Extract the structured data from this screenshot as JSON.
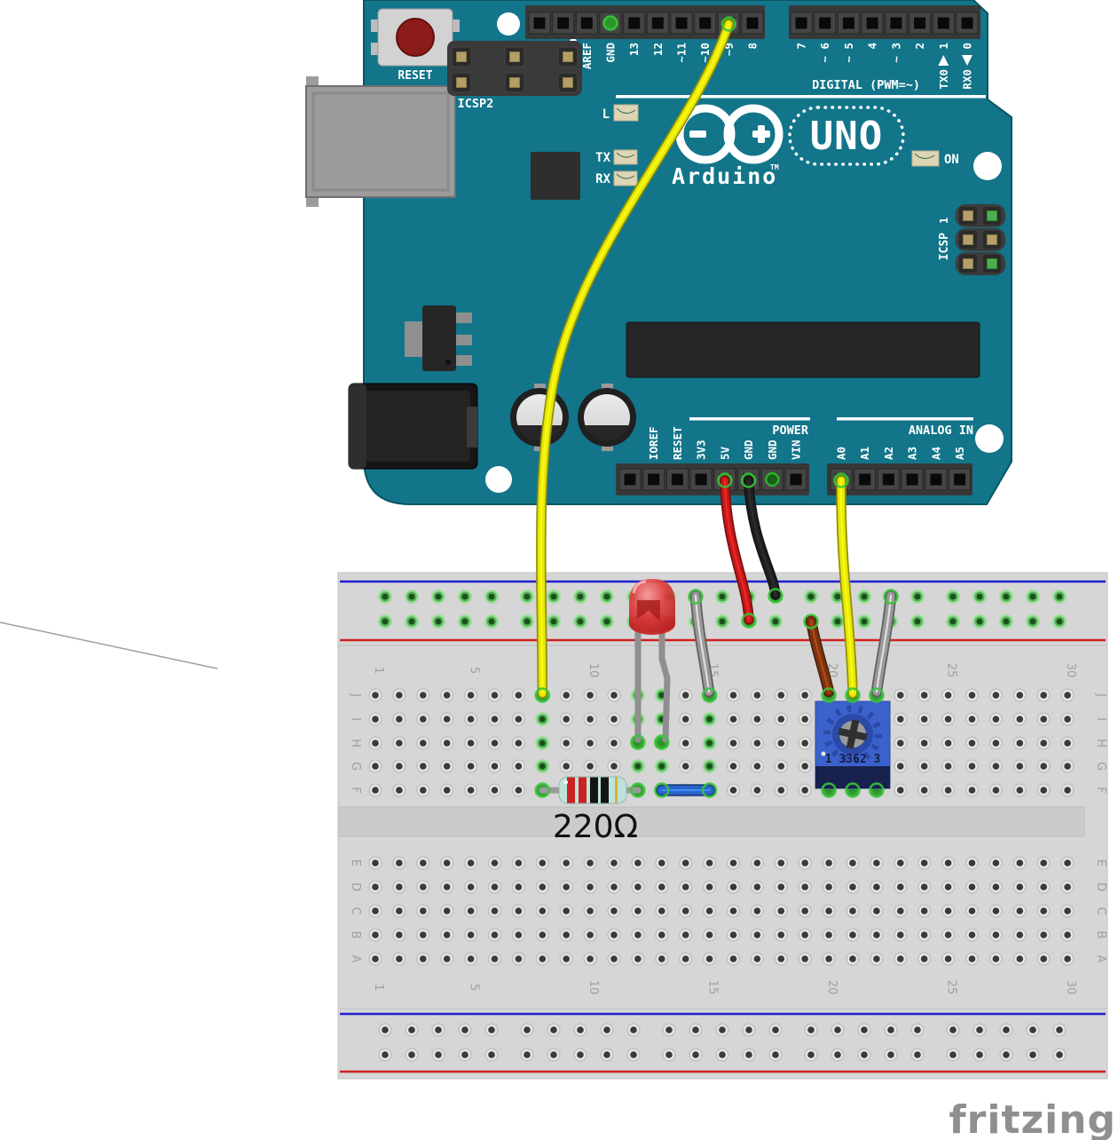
{
  "watermark": "fritzing",
  "arduino": {
    "reset_button_label": "RESET",
    "icsp2_label": "ICSP2",
    "icsp_label": "ICSP",
    "icsp_pin1_label": "1",
    "led_indicator_labels": {
      "l": "L",
      "tx": "TX",
      "rx": "RX",
      "on": "ON"
    },
    "logo": {
      "brand": "Arduino",
      "tm": "TM",
      "model": "UNO"
    },
    "digital_section_label": "DIGITAL (PWM=~)",
    "digital_left_pins": [
      {
        "label": "AREF",
        "pwm": false
      },
      {
        "label": "GND",
        "pwm": false
      },
      {
        "label": "13",
        "pwm": false
      },
      {
        "label": "12",
        "pwm": false
      },
      {
        "label": "11",
        "pwm": true
      },
      {
        "label": "10",
        "pwm": true
      },
      {
        "label": "9",
        "pwm": true
      },
      {
        "label": "8",
        "pwm": false
      }
    ],
    "digital_right_pins": [
      {
        "label": "7",
        "pwm": false
      },
      {
        "label": "6",
        "pwm": true
      },
      {
        "label": "5",
        "pwm": true
      },
      {
        "label": "4",
        "pwm": false
      },
      {
        "label": "3",
        "pwm": true
      },
      {
        "label": "2",
        "pwm": false
      },
      {
        "label": "1",
        "pwm": false,
        "serial": "TX0",
        "tri": "up"
      },
      {
        "label": "0",
        "pwm": false,
        "serial": "RX0",
        "tri": "down"
      }
    ],
    "power_section_label": "POWER",
    "power_pins": [
      "IOREF",
      "RESET",
      "3V3",
      "5V",
      "GND",
      "GND",
      "VIN"
    ],
    "analog_section_label": "ANALOG IN",
    "analog_pins": [
      "A0",
      "A1",
      "A2",
      "A3",
      "A4",
      "A5"
    ]
  },
  "breadboard": {
    "upper_row_labels": [
      "J",
      "I",
      "H",
      "G",
      "F"
    ],
    "lower_row_labels": [
      "E",
      "D",
      "C",
      "B",
      "A"
    ],
    "column_numbers": [
      1,
      5,
      10,
      15,
      20,
      25,
      30
    ],
    "green_columns": [
      8,
      12,
      13,
      15,
      20,
      21,
      22
    ]
  },
  "components": {
    "resistor": {
      "value_label": "220Ω",
      "band_colors": [
        "#cc2222",
        "#cc2222",
        "#141414",
        "#141414",
        "#d9b13a"
      ]
    },
    "led": {
      "color": "#e04040"
    },
    "potentiometer": {
      "marking": "1 3362 3",
      "body_color": "#3b62cc"
    },
    "wires": [
      {
        "id": "w_d9_j8",
        "color": "#e8e80c",
        "from": "Arduino digital pin 9",
        "to": "breadboard J8"
      },
      {
        "id": "w_5v_rail",
        "color": "#c41a1a",
        "from": "Arduino 5V",
        "to": "breadboard + rail"
      },
      {
        "id": "w_gnd_rail",
        "color": "#202020",
        "from": "Arduino GND",
        "to": "breadboard - rail"
      },
      {
        "id": "w_a0_j21",
        "color": "#e8e80c",
        "from": "Arduino A0",
        "to": "breadboard J21"
      },
      {
        "id": "w_rail_j20",
        "color": "#7c3410",
        "from": "breadboard + rail",
        "to": "breadboard J20"
      },
      {
        "id": "w_rail_j22",
        "color": "#9a9a9a",
        "from": "breadboard - rail",
        "to": "breadboard J22"
      },
      {
        "id": "w_rail_j15",
        "color": "#9a9a9a",
        "from": "breadboard - rail",
        "to": "breadboard J15"
      },
      {
        "id": "w_f13_f15",
        "color": "#2a62c9",
        "from": "breadboard F13",
        "to": "breadboard F15"
      }
    ]
  },
  "colors": {
    "board": "#12758a",
    "breadboard": "#d6d6d6",
    "highlight": "#39c439"
  }
}
